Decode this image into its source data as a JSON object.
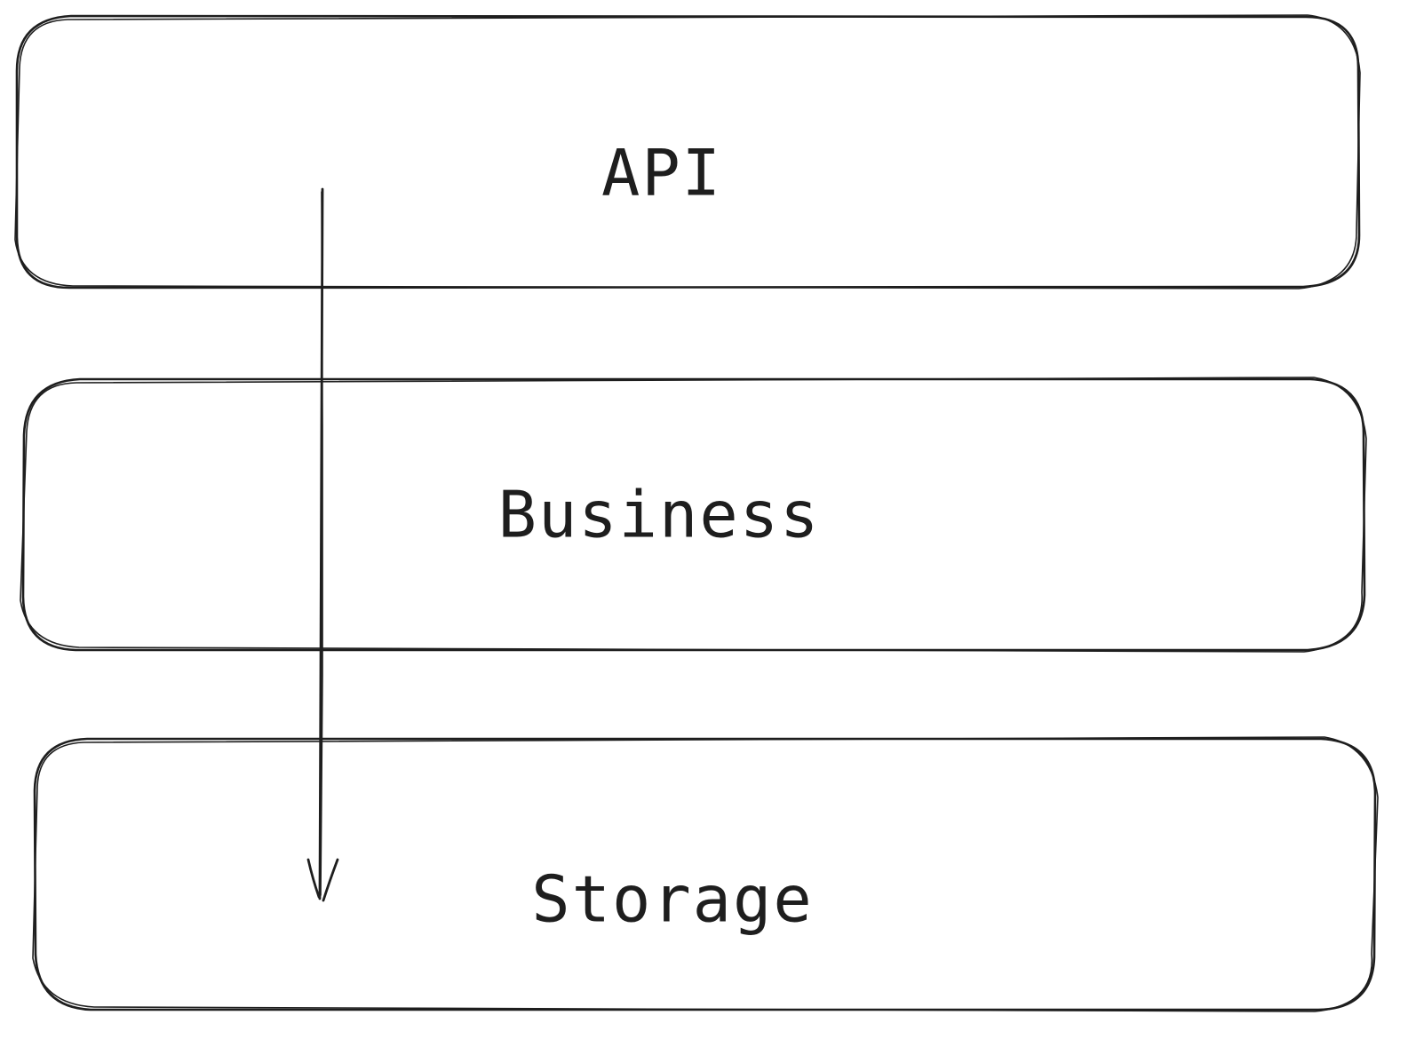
{
  "diagram": {
    "stroke_color": "#1e1e1e",
    "background_color": "#ffffff",
    "layers": [
      {
        "id": "api",
        "label": "API"
      },
      {
        "id": "business",
        "label": "Business"
      },
      {
        "id": "storage",
        "label": "Storage"
      }
    ],
    "flow_arrow": {
      "from": "api",
      "to": "storage",
      "direction": "down"
    }
  }
}
